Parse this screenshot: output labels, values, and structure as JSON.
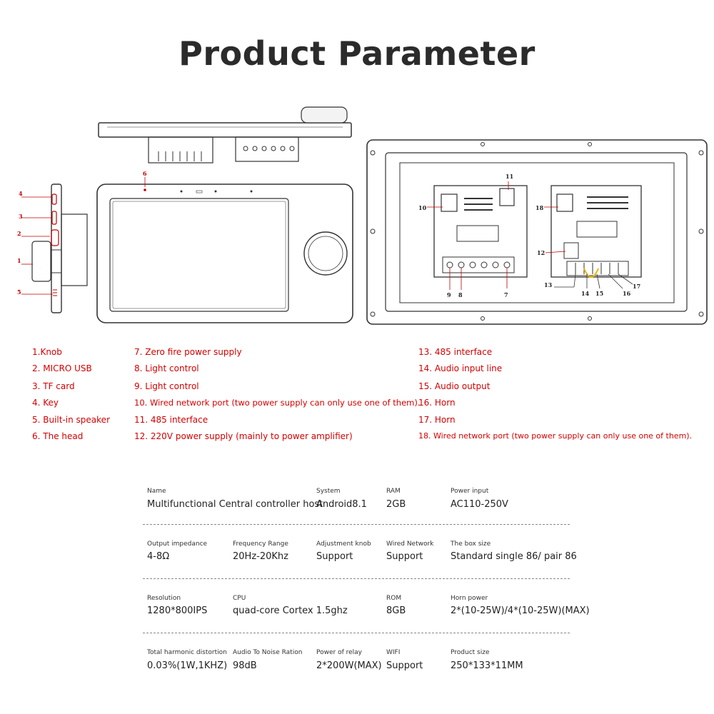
{
  "title": "Product Parameter",
  "diagram": {
    "callouts": [
      "1",
      "2",
      "3",
      "4",
      "5",
      "6",
      "7",
      "8",
      "9",
      "10",
      "11",
      "12",
      "13",
      "14",
      "15",
      "16",
      "17",
      "18"
    ]
  },
  "legend": {
    "col1": [
      "1.Knob",
      "2. MICRO USB",
      "3. TF card",
      "4. Key",
      "5. Built-in speaker",
      "6. The head"
    ],
    "col2": [
      "7. Zero fire power supply",
      "8. Light control",
      "9. Light control",
      "10. Wired network port (two power supply can only use one of them).",
      "11. 485 interface",
      "12. 220V power supply (mainly to power amplifier)"
    ],
    "col3": [
      "13. 485 interface",
      "14. Audio input line",
      "15. Audio output",
      "16. Horn",
      "17. Horn",
      "18. Wired network port (two power supply can only use one of them)."
    ]
  },
  "specs": [
    [
      {
        "label": "Name",
        "value": "Multifunctional Central controller host"
      },
      {
        "label": "System",
        "value": "Android8.1"
      },
      {
        "label": "RAM",
        "value": "2GB"
      },
      {
        "label": "Power input",
        "value": "AC110-250V"
      }
    ],
    [
      {
        "label": "Output impedance",
        "value": "4-8Ω"
      },
      {
        "label": "Frequency Range",
        "value": "20Hz-20Khz"
      },
      {
        "label": "Adjustment knob",
        "value": "Support"
      },
      {
        "label": "Wired Network",
        "value": "Support"
      },
      {
        "label": "The box size",
        "value": "Standard single 86/ pair 86"
      }
    ],
    [
      {
        "label": "Resolution",
        "value": "1280*800IPS"
      },
      {
        "label": "CPU",
        "value": "quad-core Cortex 1.5ghz"
      },
      {
        "label": "ROM",
        "value": "8GB"
      },
      {
        "label": "Horn power",
        "value": "2*(10-25W)/4*(10-25W)(MAX)"
      }
    ],
    [
      {
        "label": "Total harmonic distortion",
        "value": "0.03%(1W,1KHZ)"
      },
      {
        "label": "Audio To Noise Ration",
        "value": "98dB"
      },
      {
        "label": "Power of relay",
        "value": "2*200W(MAX)"
      },
      {
        "label": "WIFI",
        "value": "Support"
      },
      {
        "label": "Product size",
        "value": "250*133*11MM"
      }
    ]
  ]
}
